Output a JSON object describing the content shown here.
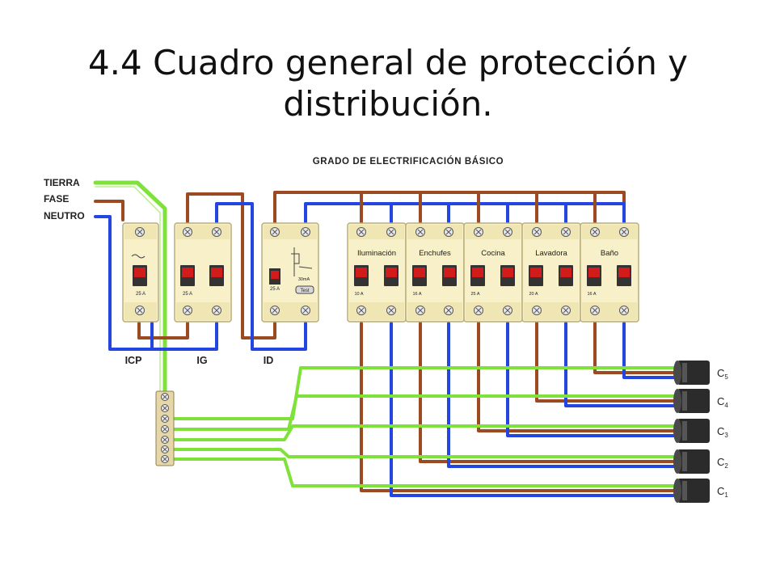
{
  "title": {
    "line1": "4.4 Cuadro general de protección y",
    "line2": "distribución."
  },
  "diagram": {
    "heading": "GRADO DE ELECTRIFICACIÓN BÁSICO",
    "supply": [
      "TIERRA",
      "FASE",
      "NEUTRO"
    ],
    "devices": [
      {
        "key": "icp",
        "label": "ICP",
        "rating": "25 A"
      },
      {
        "key": "ig",
        "label": "IG",
        "rating": "25 A"
      },
      {
        "key": "id",
        "label": "ID",
        "rating": "25 A",
        "sensitivity": "30mA",
        "test": "Test"
      }
    ],
    "circuits": [
      {
        "key": "c1",
        "name": "Iluminación",
        "rating": "10 A",
        "tag": "C",
        "sub": "1"
      },
      {
        "key": "c2",
        "name": "Enchufes",
        "rating": "16 A",
        "tag": "C",
        "sub": "2"
      },
      {
        "key": "c3",
        "name": "Cocina",
        "rating": "25 A",
        "tag": "C",
        "sub": "3"
      },
      {
        "key": "c4",
        "name": "Lavadora",
        "rating": "20 A",
        "tag": "C",
        "sub": "4"
      },
      {
        "key": "c5",
        "name": "Baño",
        "rating": "16 A",
        "tag": "C",
        "sub": "5"
      }
    ],
    "colors": {
      "earth": "#7ee23a",
      "phase": "#9c4a22",
      "neutral": "#2446e0",
      "module": "#f7f0c8",
      "module_border": "#b9ad7a",
      "toggle": "#d21c1c",
      "conduit": "#2b2b2b"
    }
  }
}
